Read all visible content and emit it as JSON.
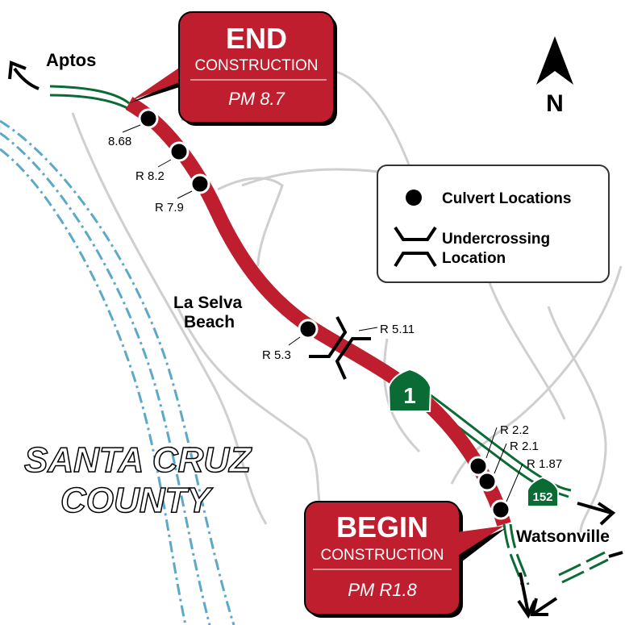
{
  "title": "Route 1 Culvert Construction Map",
  "colors": {
    "route": "#be1e2d",
    "highway_green": "#0b6b34",
    "water": "#5ba8c8",
    "roads": "#cfcfcf"
  },
  "places": {
    "aptos": "Aptos",
    "la_selva_beach_1": "La Selva",
    "la_selva_beach_2": "Beach",
    "watsonville": "Watsonville",
    "county_1": "SANTA CRUZ",
    "county_2": "COUNTY"
  },
  "north": {
    "label": "N",
    "icon": "north-arrow-icon"
  },
  "end_callout": {
    "title": "END",
    "subtitle": "CONSTRUCTION",
    "postmile": "PM 8.7"
  },
  "begin_callout": {
    "title": "BEGIN",
    "subtitle": "CONSTRUCTION",
    "postmile": "PM R1.8"
  },
  "legend": {
    "culvert": "Culvert Locations",
    "undercrossing_1": "Undercrossing",
    "undercrossing_2": "Location"
  },
  "shields": {
    "route1": "1",
    "route152": "152"
  },
  "culverts": [
    "8.68",
    "R 8.2",
    "R 7.9",
    "R 5.3",
    "R 2.2",
    "R 2.1",
    "R 1.87"
  ],
  "undercrossing": "R 5.11"
}
